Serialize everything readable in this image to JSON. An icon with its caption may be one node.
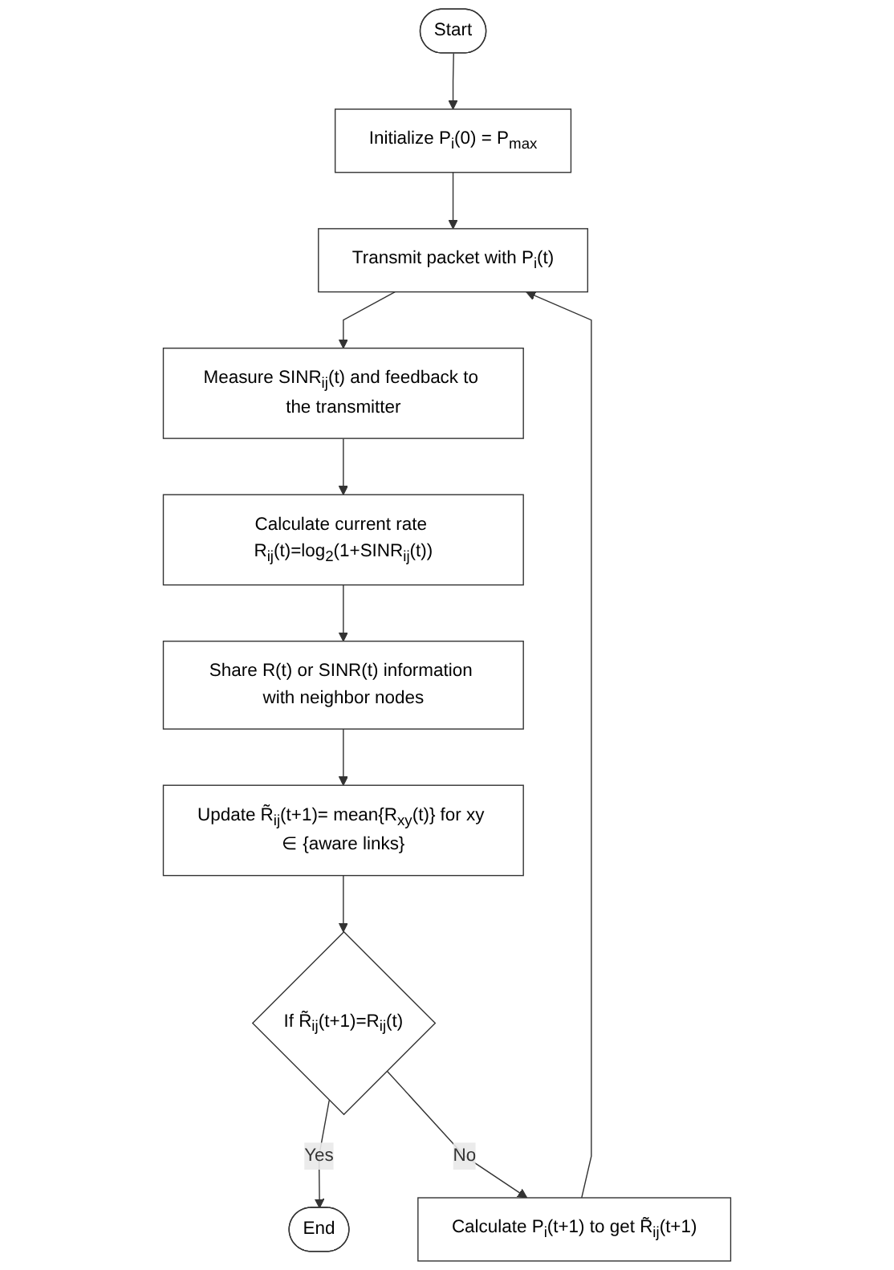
{
  "diagram": {
    "nodes": [
      {
        "text": [
          "Start"
        ]
      },
      {
        "text": [
          "Initialize P$_{i}$(0) = P$_{max}$"
        ]
      },
      {
        "text": [
          "Transmit packet with P$_{i}$(t)"
        ]
      },
      {
        "text": [
          "Measure SINR$_{ij}$(t) and feedback to the transmitter"
        ]
      },
      {
        "text": [
          "Calculate current rate R$_{ij}$(t)=log$_{2}$(1+SINR$_{ij}$(t))"
        ]
      },
      {
        "text": [
          "Share R(t) or SINR(t) information with neighbor nodes"
        ]
      },
      {
        "text": [
          "Update R̃$_{ij}$(t+1)= mean{R$_{xy}$(t)} for xy ∈ {aware links}"
        ]
      },
      {
        "text": [
          "If R̃$_{ij}$(t+1)=R$_{ij}$(t)"
        ]
      },
      {
        "text": [
          "End"
        ]
      },
      {
        "text": [
          "Calculate P$_{i}$(t+1) to get R̃$_{ij}$(t+1)"
        ]
      }
    ],
    "edges": [
      {
        "from": 0,
        "to": 1,
        "arrow": "to"
      },
      {
        "from": 1,
        "to": 2,
        "arrow": "to"
      },
      {
        "from": 2,
        "to": 3,
        "arrow": "to"
      },
      {
        "from": 3,
        "to": 4,
        "arrow": "to"
      },
      {
        "from": 4,
        "to": 5,
        "arrow": "to"
      },
      {
        "from": 5,
        "to": 6,
        "arrow": "to"
      },
      {
        "from": 6,
        "to": 7,
        "arrow": "to"
      },
      {
        "from": 7,
        "to": 8,
        "label": "Yes",
        "arrow": "to"
      },
      {
        "from": 7,
        "to": 9,
        "label": "No",
        "arrow": "to"
      },
      {
        "from": 9,
        "to": 2,
        "arrow": "to"
      }
    ]
  }
}
